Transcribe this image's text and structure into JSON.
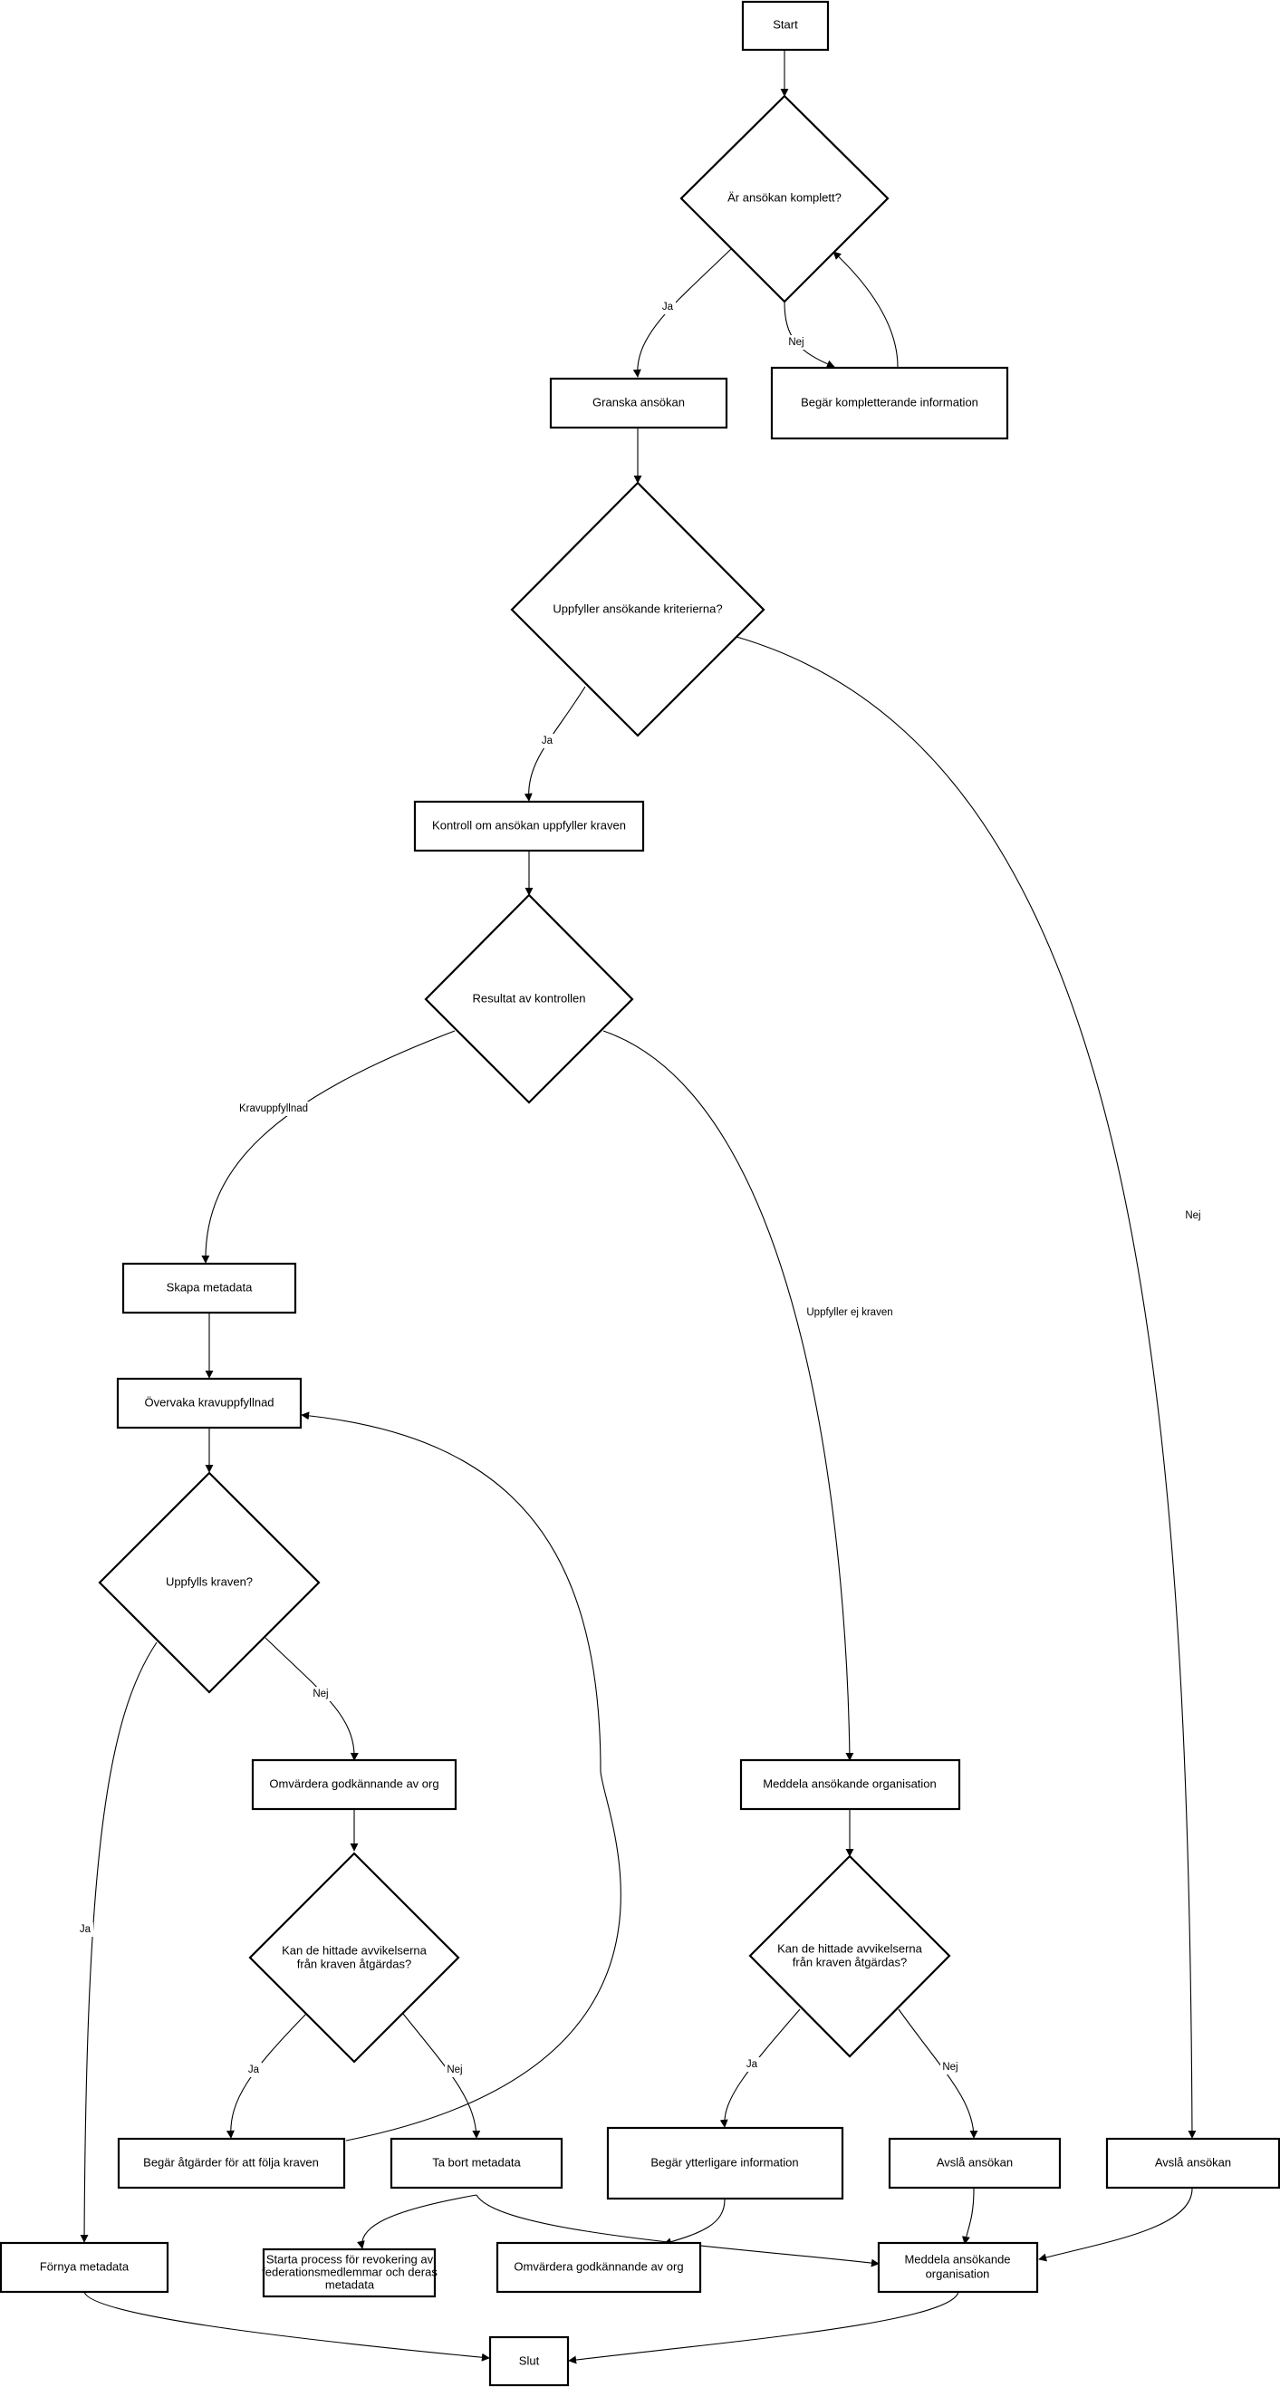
{
  "nodes": {
    "start": "Start",
    "complete": "Är ansökan komplett?",
    "review": "Granska ansökan",
    "request_info": "Begär kompletterande information",
    "criteria": "Uppfyller ansökande kriterierna?",
    "check": "Kontroll om ansökan uppfyller kraven",
    "result": "Resultat av kontrollen",
    "create_meta": "Skapa metadata",
    "monitor": "Övervaka kravuppfyllnad",
    "met": "Uppfylls kraven?",
    "reassess1": "Omvärdera godkännande av org",
    "fixable1": [
      "Kan de hittade avvikelserna",
      "från kraven åtgärdas?"
    ],
    "notify1": "Meddela ansökande organisation",
    "fixable2": [
      "Kan de hittade avvikelserna",
      "från kraven åtgärdas?"
    ],
    "request_actions": "Begär åtgärder för att följa kraven",
    "remove_meta": "Ta bort metadata",
    "request_more": "Begär ytterligare information",
    "reject1": "Avslå ansökan",
    "reject2": "Avslå ansökan",
    "renew_meta": "Förnya metadata",
    "revocation": [
      "Starta process för revokering av",
      "federationsmedlemmar och deras",
      "metadata"
    ],
    "reassess2": "Omvärdera godkännande av org",
    "notify2": [
      "Meddela ansökande",
      "organisation"
    ],
    "end": "Slut"
  },
  "edge_labels": {
    "complete_yes": "Ja",
    "complete_no": "Nej",
    "criteria_yes": "Ja",
    "criteria_no": "Nej",
    "result_ok": "Kravuppfyllnad",
    "result_fail": "Uppfyller ej kraven",
    "met_no": "Nej",
    "met_yes": "Ja",
    "fixable1_yes": "Ja",
    "fixable1_no": "Nej",
    "fixable2_yes": "Ja",
    "fixable2_no": "Nej"
  }
}
